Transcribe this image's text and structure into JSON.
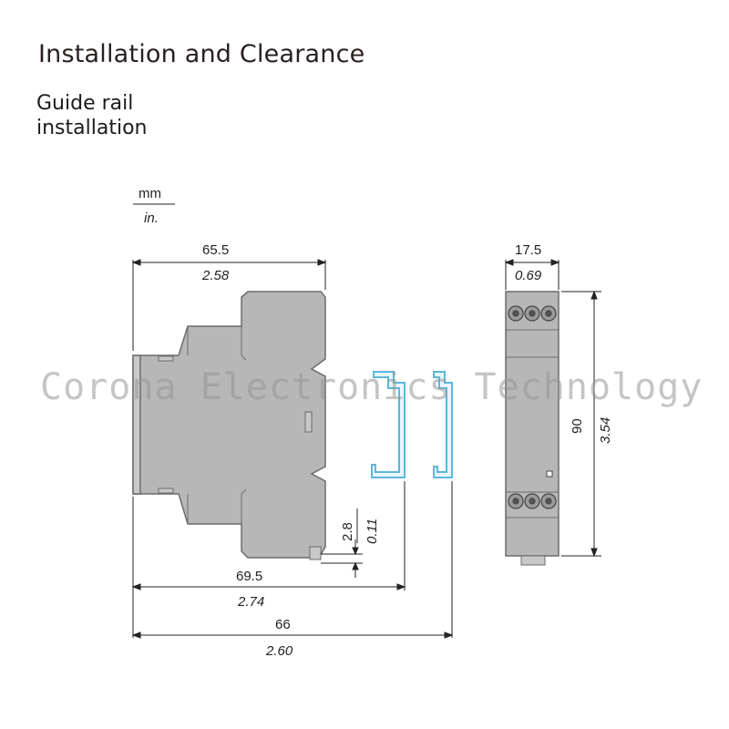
{
  "title": "Installation and Clearance",
  "subtitle": "Guide rail installation",
  "watermark": "Corona Electronics Technology",
  "units": {
    "metric": "mm",
    "imperial": "in."
  },
  "dimensions": {
    "width_top": {
      "mm": "65.5",
      "in": "2.58"
    },
    "depth": {
      "mm": "17.5",
      "in": "0.69"
    },
    "height": {
      "mm": "90",
      "in": "3.54"
    },
    "rail_offset": {
      "mm": "2.8",
      "in": "0.11"
    },
    "width_with_rail": {
      "mm": "69.5",
      "in": "2.74"
    },
    "width_total": {
      "mm": "66",
      "in": "2.60"
    }
  },
  "colors": {
    "body": "#b7b7b7",
    "outline": "#6c6c6c",
    "rail": "#5bb8dc",
    "line": "#222222"
  }
}
